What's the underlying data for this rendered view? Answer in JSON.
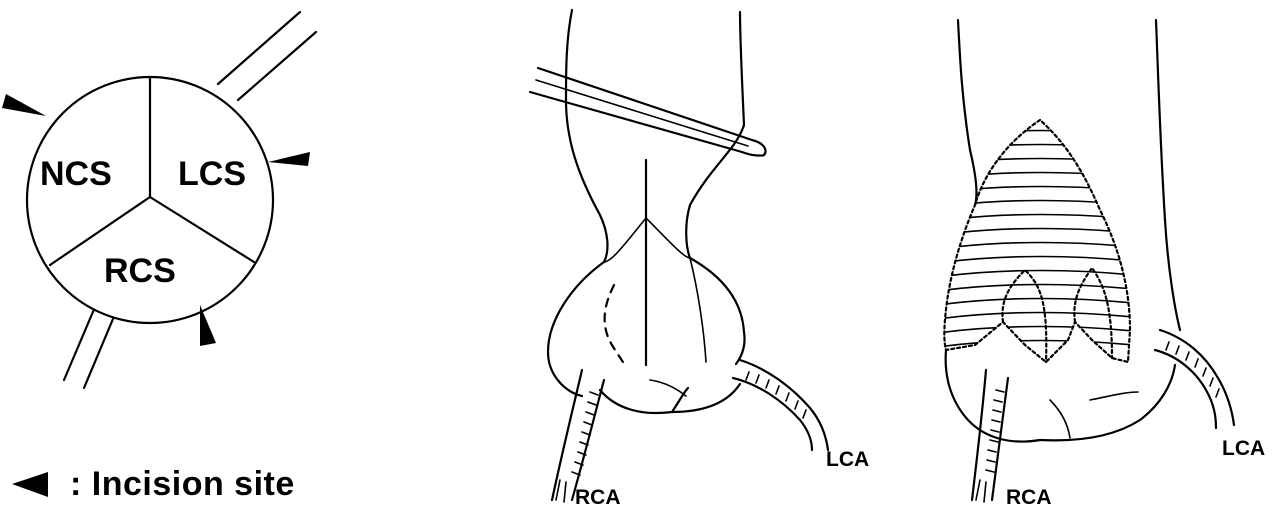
{
  "panels": [
    {
      "id": "valve-diagram",
      "labels": {
        "ncs": "NCS",
        "lcs": "LCS",
        "rcs": "RCS"
      }
    },
    {
      "id": "aortic-root-middle",
      "labels": {
        "rca": "RCA",
        "lca": "LCA"
      }
    },
    {
      "id": "aortic-root-right",
      "labels": {
        "rca": "RCA",
        "lca": "LCA"
      }
    }
  ],
  "legend": {
    "text": ": Incision site",
    "marker_icon": "arrowhead-marker"
  },
  "colors": {
    "ink": "#000000",
    "background": "#ffffff"
  }
}
